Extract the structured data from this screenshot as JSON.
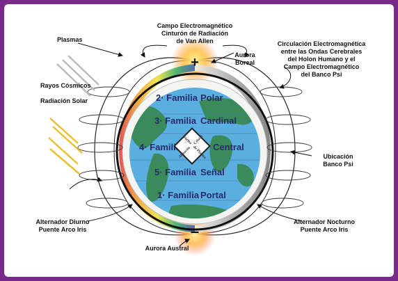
{
  "labels": {
    "top_title_1": "Campo Electromagnético",
    "top_title_2": "Cinturón de Radiación",
    "top_title_3": "de Van Allen",
    "plasmas": "Plasmas",
    "aurora_boreal_1": "Aurora",
    "aurora_boreal_2": "Boreal",
    "circ_1": "Circulación Electromagnética",
    "circ_2": "entre las Ondas Cerebrales",
    "circ_3": "del Holon Humano y el",
    "circ_4": "Campo Electromagnético",
    "circ_5": "del Banco Psi",
    "rayos": "Rayos Cósmicos",
    "radiacion": "Radiación Solar",
    "ubicacion_1": "Ubicación",
    "ubicacion_2": "Banco Psi",
    "alt_diurno_1": "Alternador Diurno",
    "alt_diurno_2": "Puente Arco Iris",
    "alt_nocturno_1": "Alternador Nocturno",
    "alt_nocturno_2": "Puente Arco Iris",
    "aurora_austral": "Aurora Austral",
    "plus": "+",
    "minus": "–"
  },
  "families": [
    {
      "num": "2· Familia",
      "name": "Polar"
    },
    {
      "num": "3· Familia",
      "name": "Cardinal"
    },
    {
      "num": "4· Familia",
      "name": "Central"
    },
    {
      "num": "5· Familia",
      "name": "Señal"
    },
    {
      "num": "1· Familia",
      "name": "Portal"
    }
  ],
  "core": {
    "top": "Núcleo",
    "right": "Cristal",
    "bottom": "de Plasma",
    "left": "Almacén"
  },
  "colors": {
    "frame": "#7a2a8a",
    "ocean": "#5aaee0",
    "land": "#3a8a5a",
    "glow": "#ffd040"
  }
}
